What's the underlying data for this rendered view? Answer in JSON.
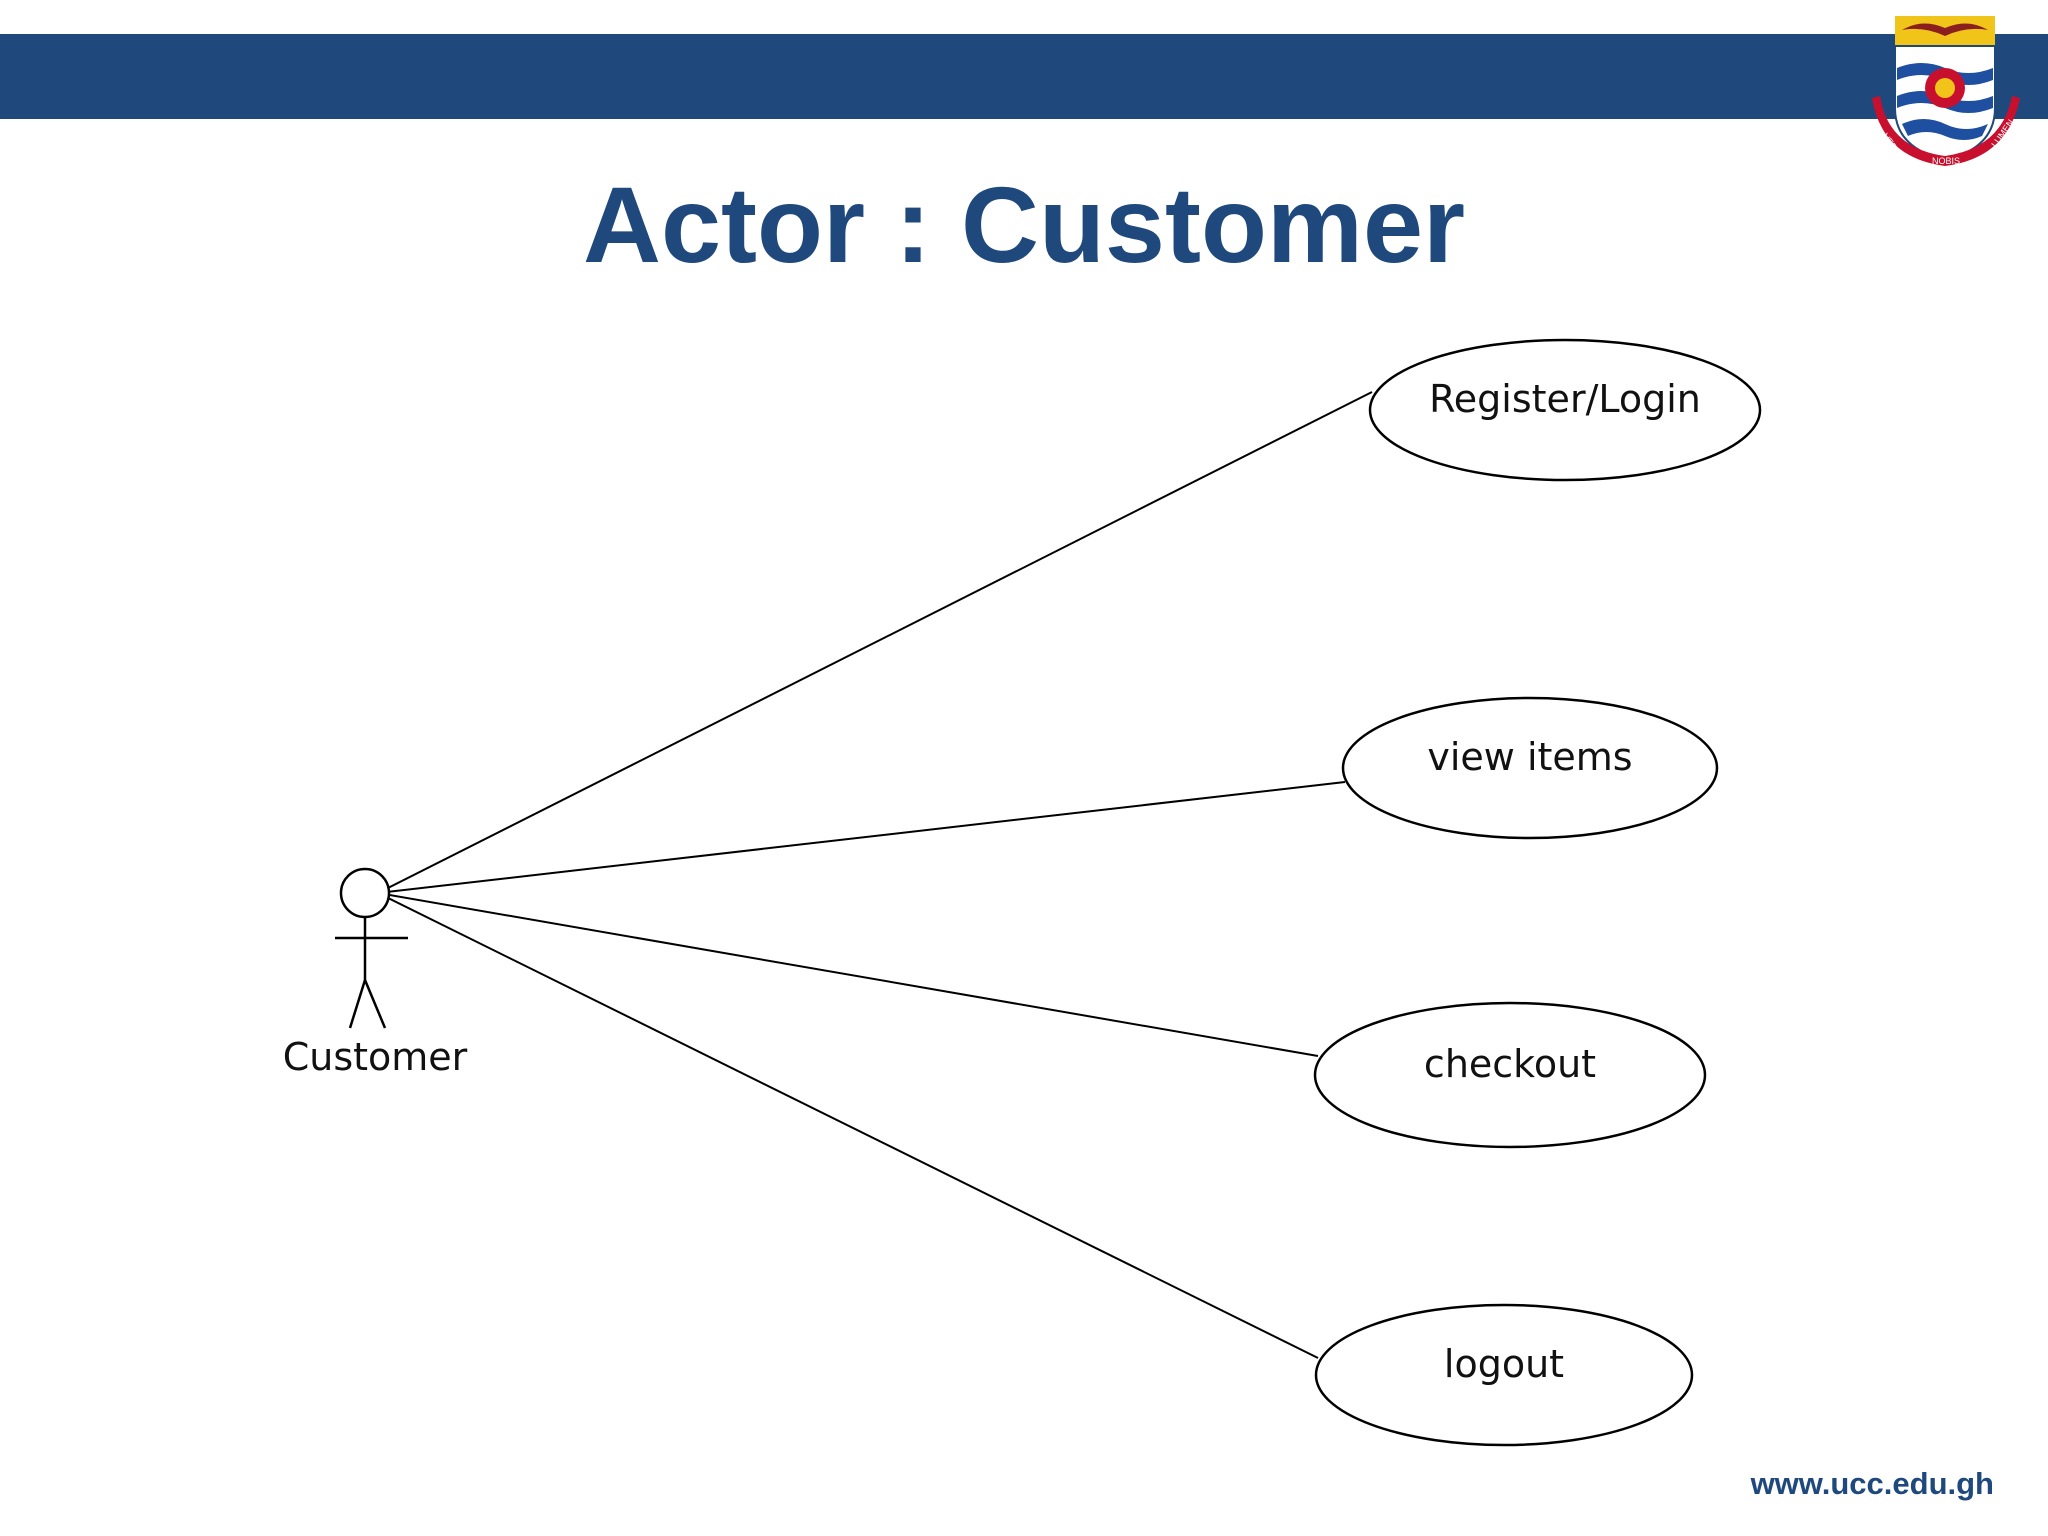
{
  "slide": {
    "title": "Actor : Customer",
    "website": "www.ucc.edu.gh",
    "theme_color": "#1f497d"
  },
  "logo": {
    "icon": "university-crest-icon",
    "motto": [
      "VERITAS",
      "NOBIS",
      "LUMEN"
    ]
  },
  "diagram": {
    "actor": {
      "label": "Customer",
      "icon": "stick-figure-icon"
    },
    "use_cases": [
      {
        "label": "Register/Login"
      },
      {
        "label": "view items"
      },
      {
        "label": "checkout"
      },
      {
        "label": "logout"
      }
    ]
  }
}
